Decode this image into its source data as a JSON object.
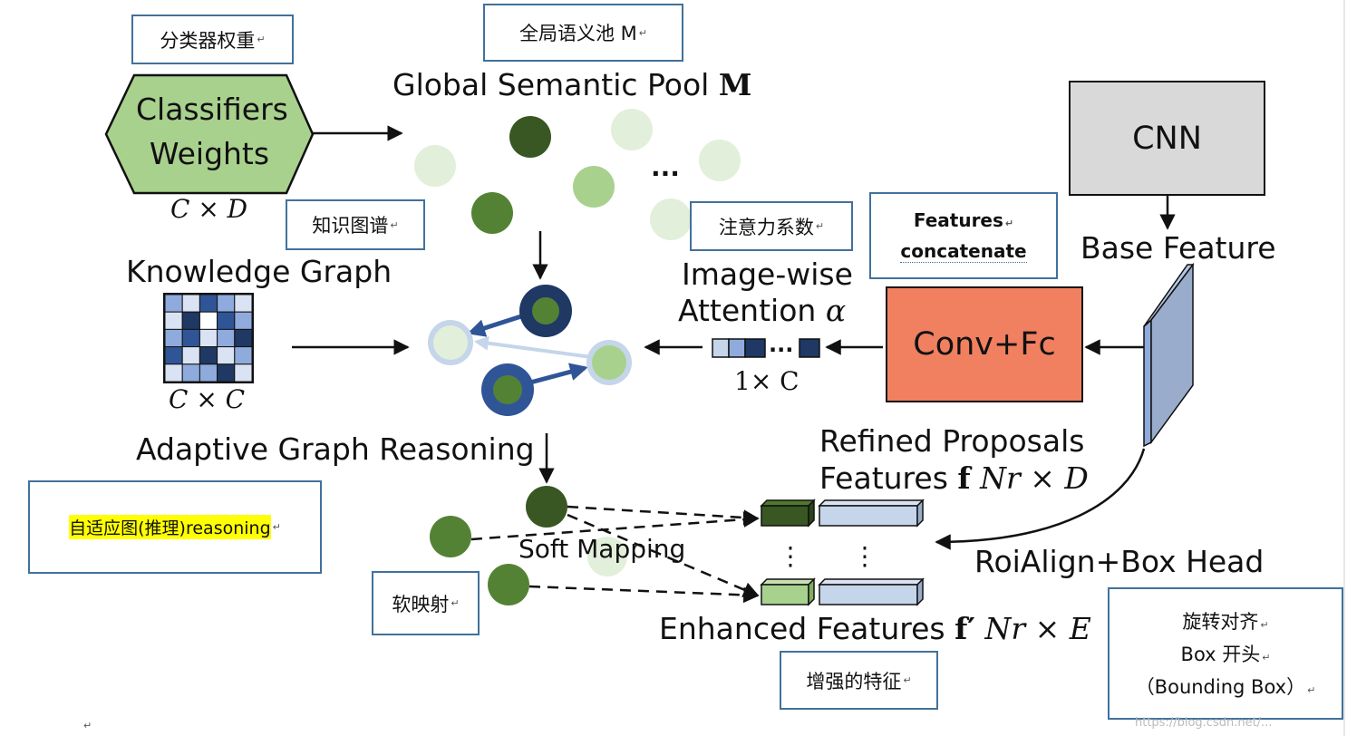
{
  "annotations": {
    "classifier_weights_cn": "分类器权重",
    "global_pool_cn": "全局语义池 M",
    "knowledge_graph_cn": "知识图谱",
    "attention_cn": "注意力系数",
    "features_concat_line1": "Features",
    "features_concat_line2": "concatenate",
    "adaptive_reasoning_cn": "自适应图(推理)reasoning",
    "soft_mapping_cn": "软映射",
    "enhanced_features_cn": "增强的特征",
    "roialign_line1": "旋转对齐",
    "roialign_line2": "Box 开头",
    "roialign_line3": "（Bounding Box）",
    "edit_mark": "↵"
  },
  "diagram": {
    "classifiers_line1": "Classifiers",
    "classifiers_line2": "Weights",
    "cxd": "C × D",
    "global_pool_title": "Global Semantic Pool",
    "global_pool_symbol": "M",
    "pool_ellipsis": "...",
    "knowledge_graph": "Knowledge Graph",
    "cxc": "C × C",
    "adaptive_graph_reasoning": "Adaptive Graph Reasoning",
    "image_wise": "Image-wise",
    "attention": "Attention",
    "alpha": "α",
    "attention_ellipsis": "...",
    "one_x_c": "1× C",
    "cnn": "CNN",
    "base_feature": "Base Feature",
    "conv_fc": "Conv+Fc",
    "refined_line1": "Refined Proposals",
    "refined_line2": "Features",
    "refined_f": "f",
    "refined_dims": "Nr × D",
    "soft_mapping": "Soft Mapping",
    "roialign_box_head": "RoiAlign+Box Head",
    "enhanced_features": "Enhanced Features",
    "enhanced_f": "f′",
    "enhanced_dims": "Nr × E",
    "vdots": "⋮"
  },
  "colors": {
    "note_border": "#41719c",
    "hexagon_fill": "#a9d18e",
    "cnn_fill": "#d9d9d9",
    "conv_fill": "#f08060",
    "dark_green": "#385723",
    "mid_green": "#548235",
    "light_green": "#a9d18e",
    "pale_green": "#e2efda",
    "navy": "#1f3864",
    "blue": "#2f5597",
    "light_blue": "#c5d5ea",
    "highlight": "#ffff00"
  },
  "watermark": "https://blog.csdn.net/..."
}
